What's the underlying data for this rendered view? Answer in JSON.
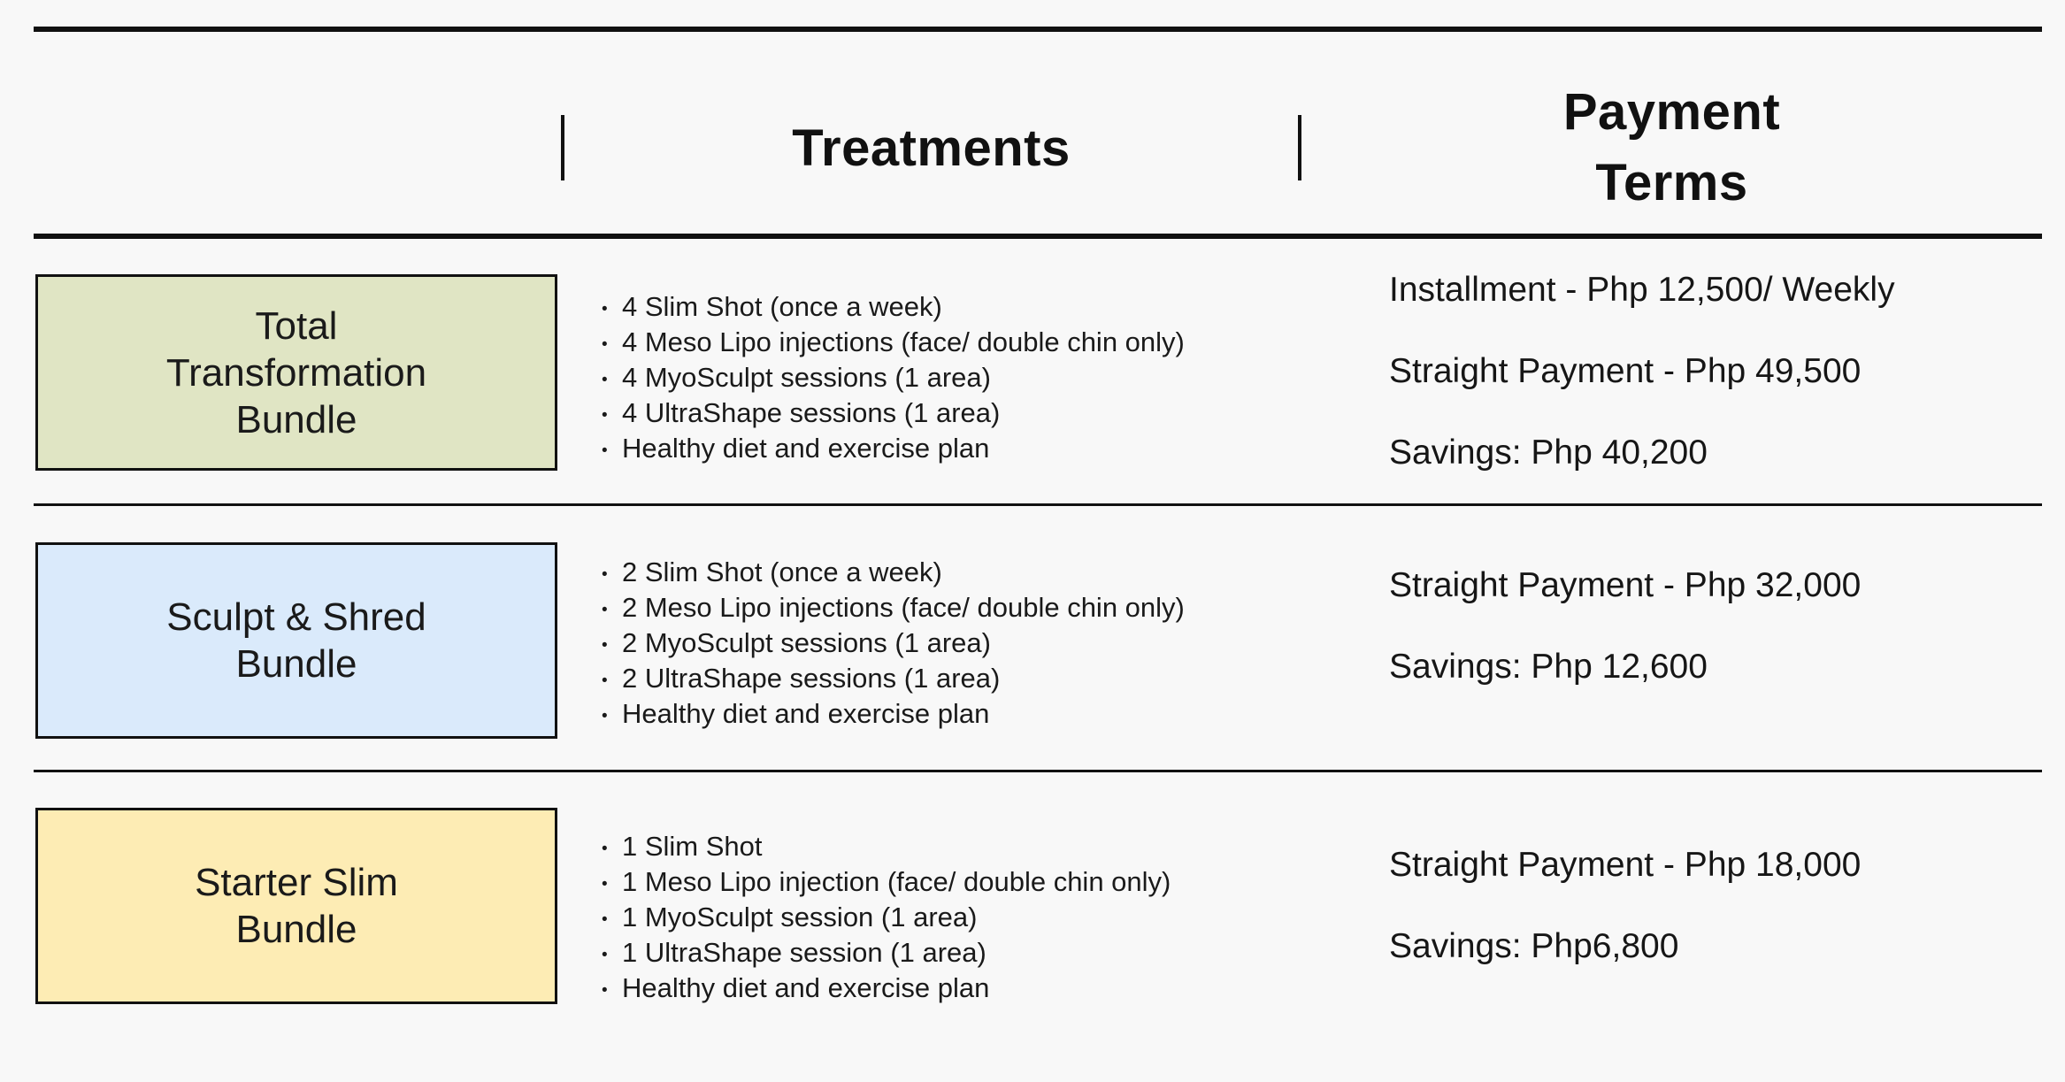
{
  "page": {
    "background": "#f8f8f8",
    "rule_color": "#111111",
    "text_color": "#161616"
  },
  "bullet_glyph": "•",
  "header": {
    "treatments_label": "Treatments",
    "payment_label_line1": "Payment",
    "payment_label_line2": "Terms"
  },
  "rows": [
    {
      "bundle_name_lines": [
        "Total",
        "Transformation",
        "Bundle"
      ],
      "bundle_color": "#e0e5c4",
      "treatments": [
        "4 Slim Shot (once a week)",
        "4 Meso Lipo injections (face/ double chin only)",
        "4 MyoSculpt sessions (1 area)",
        "4 UltraShape sessions (1 area)",
        "Healthy diet and exercise plan"
      ],
      "payment_terms": [
        "Installment - Php 12,500/ Weekly",
        "Straight Payment - Php 49,500",
        "Savings: Php 40,200"
      ]
    },
    {
      "bundle_name_lines": [
        "Sculpt & Shred",
        "Bundle"
      ],
      "bundle_color": "#daeafb",
      "treatments": [
        "2 Slim Shot (once a week)",
        "2 Meso Lipo injections (face/ double chin only)",
        "2 MyoSculpt sessions (1 area)",
        "2 UltraShape sessions (1 area)",
        "Healthy diet and exercise plan"
      ],
      "payment_terms": [
        "Straight Payment - Php 32,000",
        "Savings: Php 12,600"
      ]
    },
    {
      "bundle_name_lines": [
        "Starter Slim",
        "Bundle"
      ],
      "bundle_color": "#fdecb4",
      "treatments": [
        "1 Slim Shot",
        "1 Meso Lipo injection (face/ double chin only)",
        "1 MyoSculpt session (1 area)",
        "1 UltraShape session (1 area)",
        "Healthy diet and exercise plan"
      ],
      "payment_terms": [
        "Straight Payment - Php 18,000",
        "Savings: Php6,800"
      ]
    }
  ]
}
